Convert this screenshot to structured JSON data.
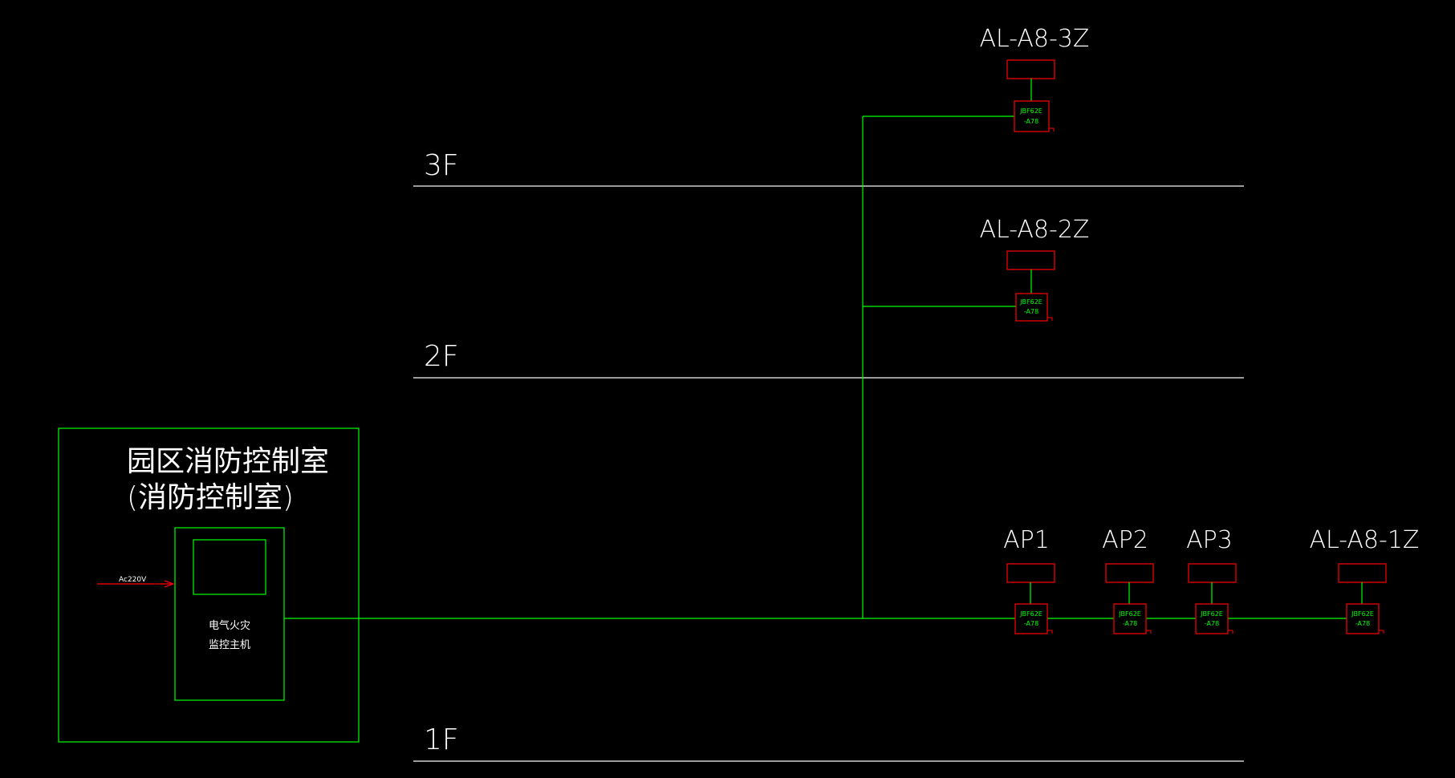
{
  "colors": {
    "background": "#000000",
    "wire": "#00ff00",
    "device": "#ff0000",
    "floor_line": "#ffffff",
    "text": "#ffffff",
    "module_text": "#00ff00"
  },
  "floors": {
    "f3": "3F",
    "f2": "2F",
    "f1": "1F"
  },
  "control_room": {
    "title_line1": "园区消防控制室",
    "title_line2": "(消防控制室)",
    "host_line1": "电气火灾",
    "host_line2": "监控主机",
    "power_label": "Ac220V"
  },
  "panels": {
    "al_a8_3z": {
      "name": "AL-A8-3Z",
      "module_line1": "JBF62E",
      "module_line2": "-A78"
    },
    "al_a8_2z": {
      "name": "AL-A8-2Z",
      "module_line1": "JBF62E",
      "module_line2": "-A78"
    },
    "ap1": {
      "name": "AP1",
      "module_line1": "JBF62E",
      "module_line2": "-A78"
    },
    "ap2": {
      "name": "AP2",
      "module_line1": "JBF62E",
      "module_line2": "-A78"
    },
    "ap3": {
      "name": "AP3",
      "module_line1": "JBF62E",
      "module_line2": "-A78"
    },
    "al_a8_1z": {
      "name": "AL-A8-1Z",
      "module_line1": "JBF62E",
      "module_line2": "-A78"
    }
  }
}
